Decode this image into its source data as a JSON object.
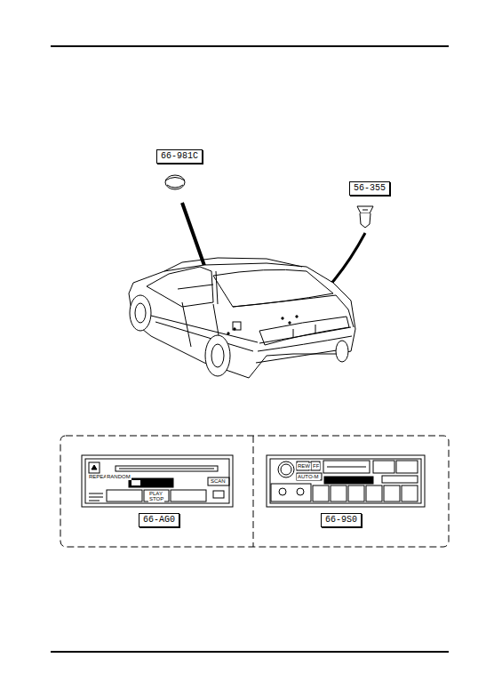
{
  "diagram": {
    "nodes": [
      {
        "text": [
          "66-981C"
        ]
      },
      {
        "text": [
          "56-355"
        ]
      },
      {
        "text": [
          "66-AG0"
        ]
      },
      {
        "text": [
          "66-9S0"
        ]
      }
    ],
    "labels": [
      "REPEAT",
      "RANDOM",
      "SCAN",
      "PLAY",
      "STOP",
      "REW",
      "FF",
      "AUTO-M"
    ]
  }
}
